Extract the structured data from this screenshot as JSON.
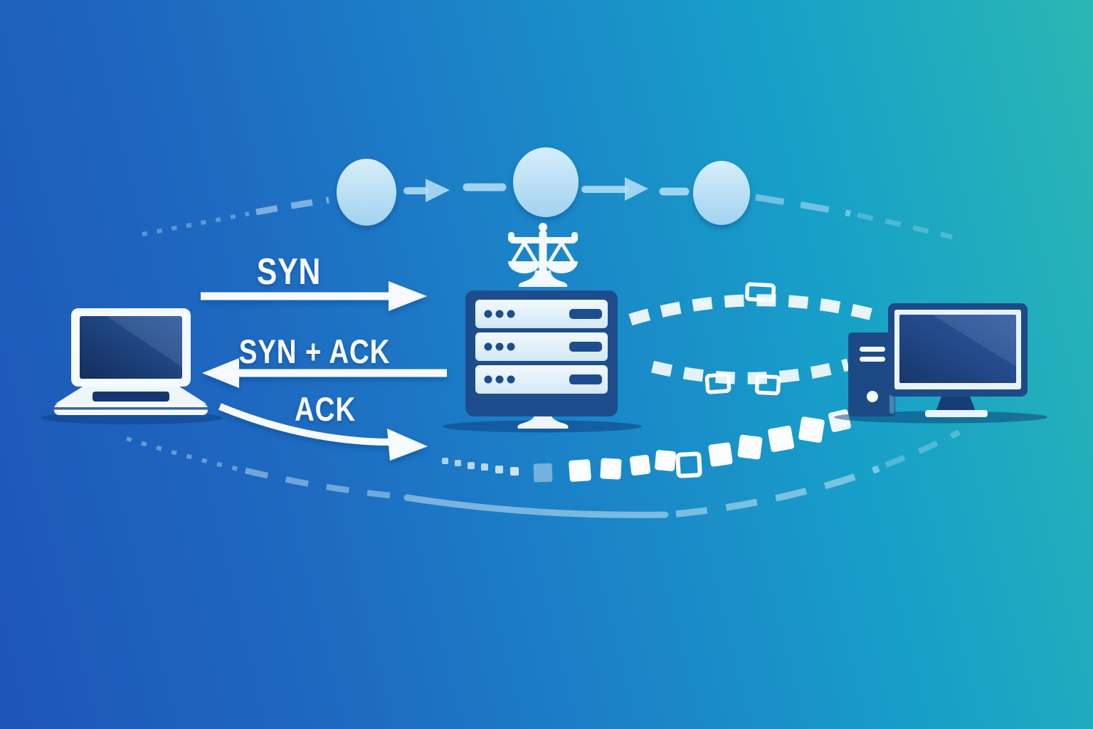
{
  "handshake": {
    "messages": [
      {
        "label": "SYN",
        "direction": "client-to-server"
      },
      {
        "label": "SYN + ACK",
        "direction": "server-to-client"
      },
      {
        "label": "ACK",
        "direction": "client-to-server"
      }
    ]
  },
  "nodes": [
    {
      "id": "client",
      "icon": "laptop-icon"
    },
    {
      "id": "load-balancer",
      "icon": "server-icon",
      "badge_icon": "scales-icon"
    },
    {
      "id": "host",
      "icon": "desktop-icon"
    }
  ],
  "flow": {
    "circle_count": 3
  },
  "colors": {
    "bg_left": "#1e55b7",
    "bg_mid": "#1b85c8",
    "bg_right": "#2ab7b3",
    "device_navy": "#1d4a86",
    "panel_light": "#eaf4fc",
    "screen_navy": "#132e5c",
    "white": "#f6fafd",
    "flow_circle_light": "#d3ecfb",
    "flow_circle_dark": "#a5d3f0",
    "dash_light": "#cfe8f8"
  }
}
